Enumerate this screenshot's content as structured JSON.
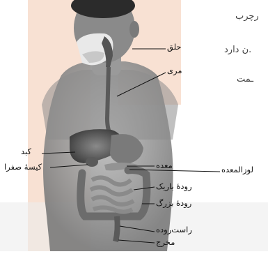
{
  "partial_text": {
    "line1": "رچرب",
    "line2": "ن دارد.",
    "line3": "ـمت"
  },
  "labels": {
    "halq": "حلق",
    "meri": "مری",
    "kabed": "کبد",
    "kise_safra": "کیسهٔ صفرا",
    "meade": "معده",
    "lozolmeade": "لوزالمعده",
    "rudeh_barik": "رودهٔ باریک",
    "rudeh_bozorg": "رودهٔ بزرگ",
    "rast_rudeh": "راست‌روده",
    "makhraj": "مخرج"
  },
  "colors": {
    "watermark_orange": "#f6d7c4",
    "watermark_gray": "#ececec",
    "skin": "#8f8f8f",
    "organ_dark": "#4a4a4a",
    "organ_mid": "#6e6e6e",
    "leader": "#111111"
  }
}
